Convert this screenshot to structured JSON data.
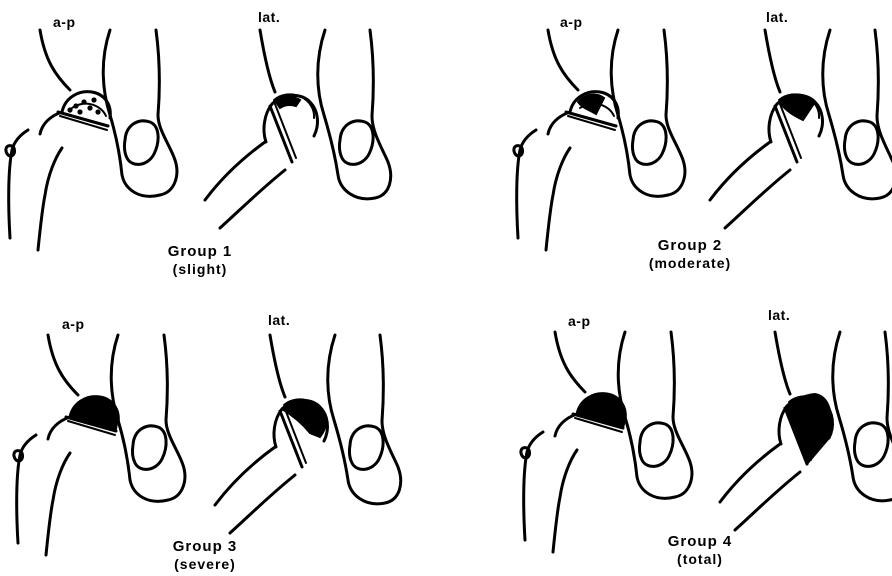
{
  "views": {
    "ap": "a-p",
    "lat": "lat."
  },
  "groups": [
    {
      "title": "Group 1",
      "severity": "(slight)"
    },
    {
      "title": "Group 2",
      "severity": "(moderate)"
    },
    {
      "title": "Group 3",
      "severity": "(severe)"
    },
    {
      "title": "Group 4",
      "severity": "(total)"
    }
  ],
  "colors": {
    "ink": "#000000",
    "background": "#ffffff"
  }
}
